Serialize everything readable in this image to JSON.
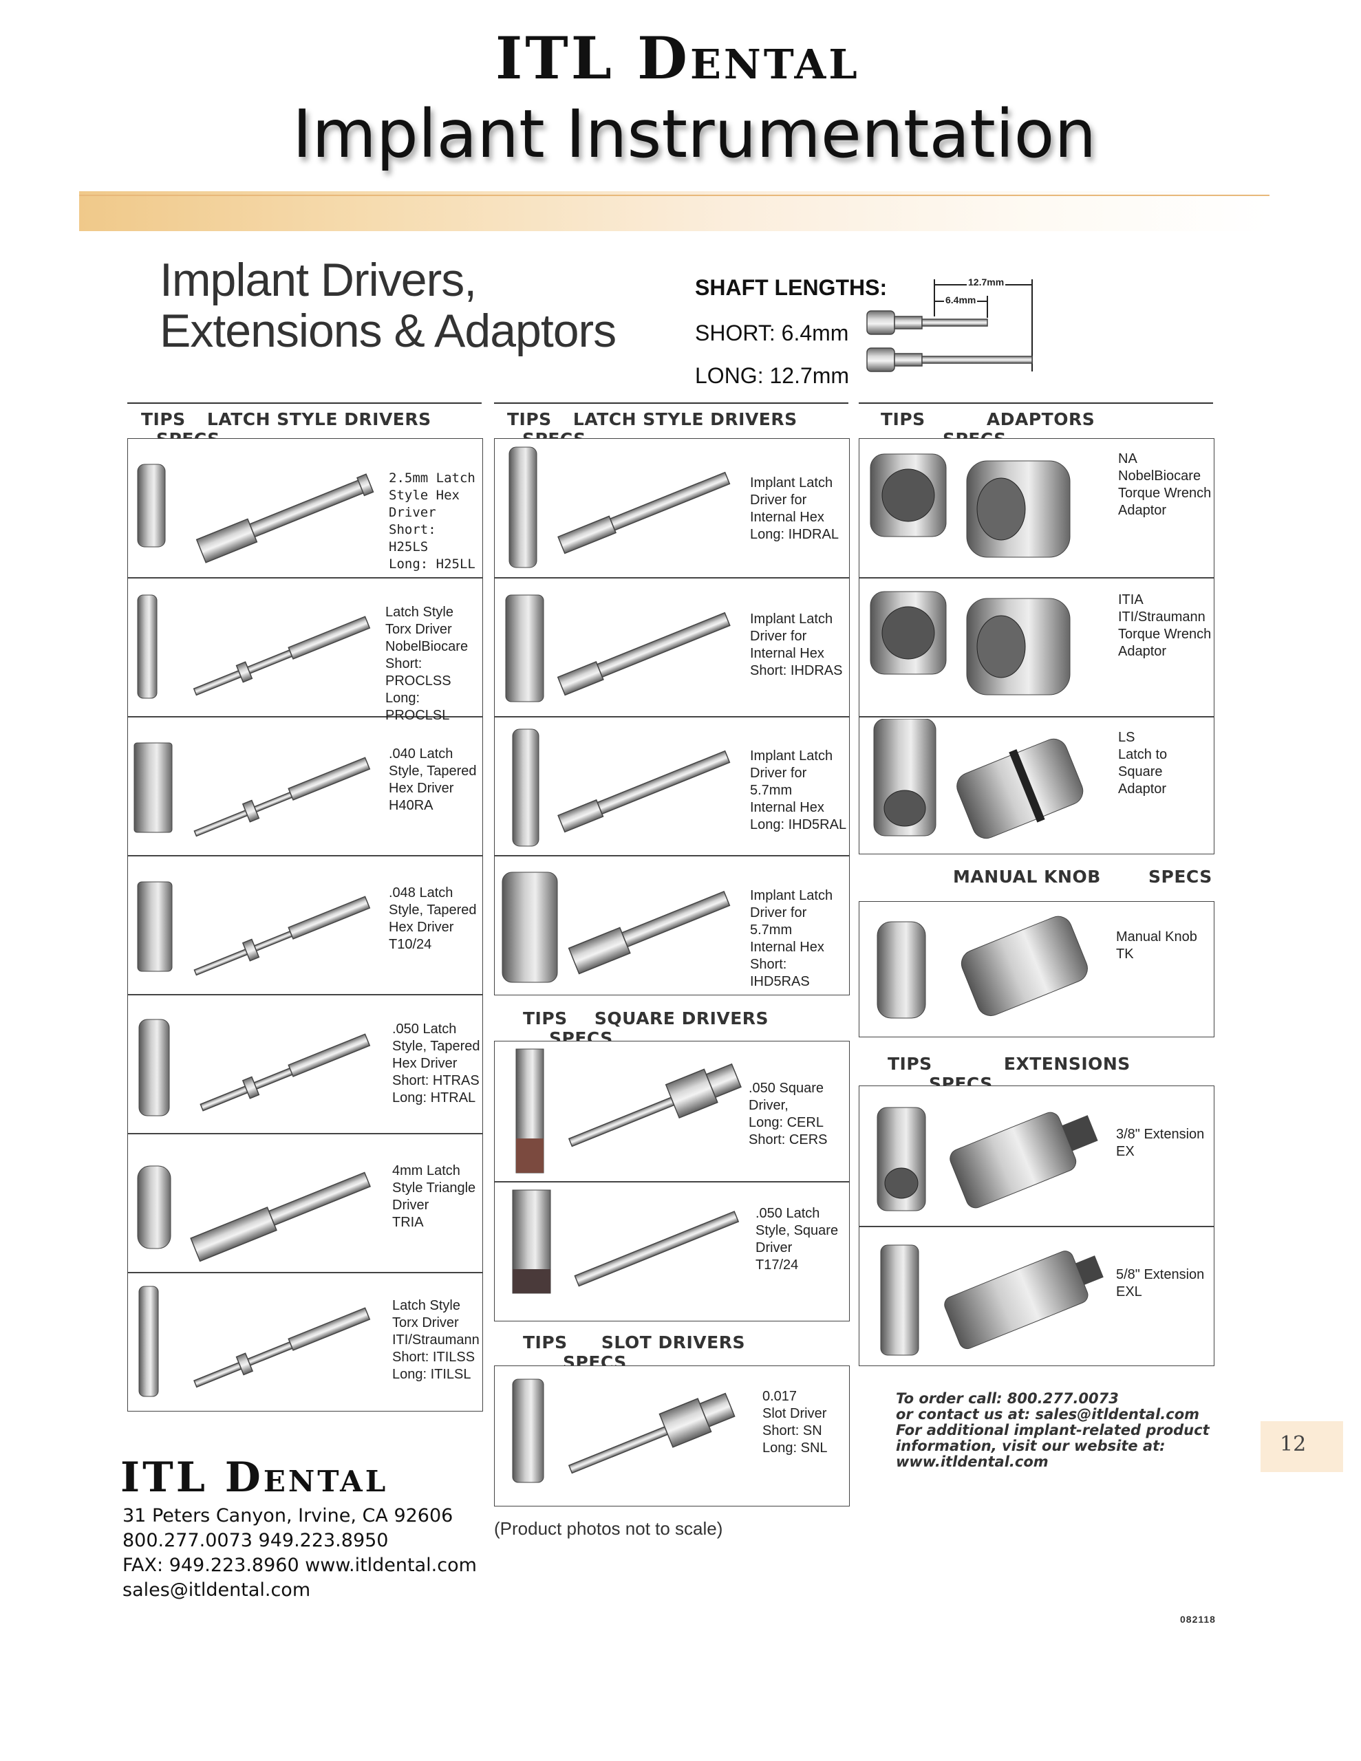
{
  "header": {
    "brand": "ITL Dental",
    "title": "Implant Instrumentation"
  },
  "section": {
    "title_line1": "Implant Drivers,",
    "title_line2": "Extensions & Adaptors"
  },
  "shaft_lengths": {
    "heading": "SHAFT LENGTHS:",
    "short_label": "SHORT:  6.4mm",
    "long_label": "LONG:  12.7mm",
    "dim_long": "12.7mm",
    "dim_short": "6.4mm"
  },
  "columns": {
    "col1": {
      "tips": "TIPS",
      "product": "LATCH STYLE DRIVERS",
      "specs": "SPECS"
    },
    "col2": {
      "tips": "TIPS",
      "product": "LATCH STYLE DRIVERS",
      "specs": "SPECS"
    },
    "col3": {
      "tips": "TIPS",
      "product": "ADAPTORS",
      "specs": "SPECS"
    }
  },
  "latch_col1": [
    {
      "spec": "2.5mm Latch\nStyle Hex\nDriver\nShort: H25LS\nLong: H25LL"
    },
    {
      "spec": "Latch Style\nTorx  Driver\nNobelBiocare\nShort: PROCLSS\nLong: PROCLSL"
    },
    {
      "spec": ".040 Latch\nStyle, Tapered\nHex Driver\nH40RA"
    },
    {
      "spec": ".048 Latch\nStyle, Tapered\nHex Driver\nT10/24"
    },
    {
      "spec": ".050 Latch\nStyle, Tapered\nHex Driver\nShort: HTRAS\nLong: HTRAL"
    },
    {
      "spec": "4mm Latch\nStyle Triangle\nDriver\nTRIA"
    },
    {
      "spec": "Latch Style\nTorx Driver\nITI/Straumann\nShort: ITILSS\nLong: ITILSL"
    }
  ],
  "latch_col2": [
    {
      "spec": "Implant Latch\nDriver for\nInternal Hex\nLong: IHDRAL"
    },
    {
      "spec": "Implant Latch\nDriver for\nInternal Hex\nShort: IHDRAS"
    },
    {
      "spec": "Implant Latch\nDriver for\n5.7mm\nInternal Hex\nLong: IHD5RAL"
    },
    {
      "spec": "Implant Latch\nDriver for\n5.7mm\nInternal Hex\nShort: IHD5RAS"
    }
  ],
  "square_drivers": {
    "header": {
      "tips": "TIPS",
      "product": "SQUARE DRIVERS",
      "specs": "SPECS"
    },
    "items": [
      {
        "spec": ".050 Square\nDriver,\nLong: CERL\nShort: CERS"
      },
      {
        "spec": ".050 Latch\nStyle, Square\nDriver\nT17/24"
      }
    ]
  },
  "slot_drivers": {
    "header": {
      "tips": "TIPS",
      "product": "SLOT DRIVERS",
      "specs": "SPECS"
    },
    "items": [
      {
        "spec": "0.017\nSlot Driver\nShort:  SN\nLong:  SNL"
      }
    ]
  },
  "adaptors": [
    {
      "spec": "NA\nNobelBiocare\nTorque Wrench\nAdaptor"
    },
    {
      "spec": "ITIA\nITI/Straumann\nTorque Wrench\nAdaptor"
    },
    {
      "spec": "LS\nLatch to\nSquare\nAdaptor"
    }
  ],
  "manual_knob": {
    "header": {
      "product": "MANUAL KNOB",
      "specs": "SPECS"
    },
    "item": {
      "spec": "Manual Knob\nTK"
    }
  },
  "extensions": {
    "header": {
      "tips": "TIPS",
      "product": "EXTENSIONS",
      "specs": "SPECS"
    },
    "items": [
      {
        "spec": "3/8\" Extension\nEX"
      },
      {
        "spec": "5/8\" Extension\nEXL"
      }
    ]
  },
  "order_info": {
    "line1": "To order call:  800.277.0073",
    "line2": "or contact us at:  sales@itldental.com",
    "line3": "For additional implant-related product",
    "line4": "information, visit our website at:",
    "line5": "www.itldental.com"
  },
  "footer": {
    "brand": "ITL Dental",
    "address": "31 Peters Canyon, Irvine, CA 92606",
    "phones": "800.277.0073   949.223.8950",
    "fax": "FAX:  949.223.8960  www.itldental.com",
    "email": "sales@itldental.com",
    "note": "(Product photos not to scale)",
    "page_number": "12",
    "doc_code": "082118"
  },
  "colors": {
    "accent_band": "#f0c98a",
    "page_tab": "#fbebd6",
    "text": "#111111"
  }
}
